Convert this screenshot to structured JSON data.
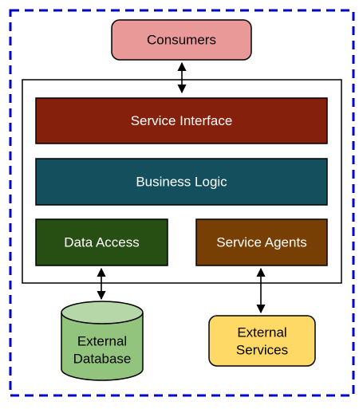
{
  "nodes": {
    "consumers": {
      "label": "Consumers",
      "fill": "#EA9999",
      "stroke": "#000000",
      "text": "#000000"
    },
    "service_interface": {
      "label": "Service Interface",
      "fill": "#85200C",
      "stroke": "#000000",
      "text": "#FFFFFF"
    },
    "business_logic": {
      "label": "Business Logic",
      "fill": "#134F5C",
      "stroke": "#000000",
      "text": "#FFFFFF"
    },
    "data_access": {
      "label": "Data Access",
      "fill": "#274E13",
      "stroke": "#000000",
      "text": "#FFFFFF"
    },
    "service_agents": {
      "label": "Service Agents",
      "fill": "#783F04",
      "stroke": "#000000",
      "text": "#FFFFFF"
    },
    "external_database": {
      "label_lines": [
        "External",
        "Database"
      ],
      "fill": "#93C47D",
      "top_fill": "#B6D7A8",
      "stroke": "#000000",
      "text": "#000000"
    },
    "external_services": {
      "label_lines": [
        "External",
        "Services"
      ],
      "fill": "#FFD966",
      "stroke": "#000000",
      "text": "#000000"
    }
  },
  "outer_boundary": {
    "stroke": "#0000CC",
    "style": "dashed"
  },
  "service_container": {
    "stroke": "#000000",
    "fill": "#FFFFFF"
  },
  "connectors": [
    {
      "from": "consumers",
      "to": "service_container",
      "type": "bidirectional-arrow"
    },
    {
      "from": "data_access",
      "to": "external_database",
      "type": "bidirectional-arrow"
    },
    {
      "from": "service_agents",
      "to": "external_services",
      "type": "bidirectional-arrow"
    }
  ]
}
